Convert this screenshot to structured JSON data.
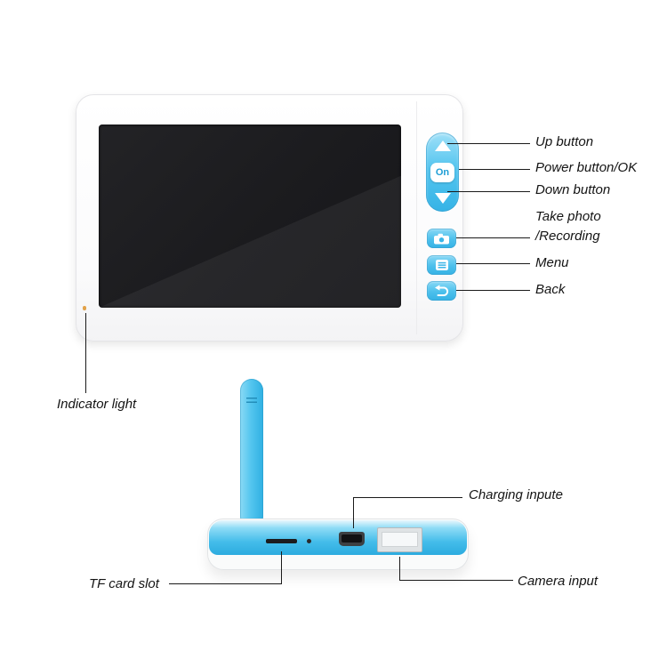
{
  "device": {
    "power_button_text": "On"
  },
  "labels": {
    "up_button": "Up button",
    "power_button": "Power button/OK",
    "down_button": "Down button",
    "take_photo_line1": "Take photo",
    "take_photo_line2": "/Recording",
    "menu": "Menu",
    "back": "Back",
    "indicator_light": "Indicator light",
    "charging_input": "Charging inpute",
    "tf_card_slot": "TF card slot",
    "camera_input": "Camera input"
  },
  "colors": {
    "accent_blue": "#45bfec",
    "screen_dark": "#1b1b1e",
    "annotation_line": "#1a1a1a",
    "device_body": "#fafbfb"
  }
}
